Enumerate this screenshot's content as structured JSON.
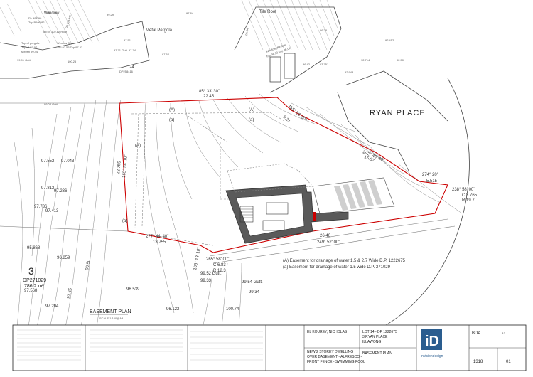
{
  "top_labels": [
    {
      "id": "window-left",
      "text": "Window"
    },
    {
      "id": "window-left-rl",
      "text": "RL 102.66"
    },
    {
      "id": "window-left-top",
      "text": "Top B100.82"
    },
    {
      "id": "roof-left",
      "text": "Top of 102.82 Roof"
    },
    {
      "id": "gutter-left",
      "text": "99.73 Gutt."
    },
    {
      "id": "spot-9929",
      "text": "99.29"
    },
    {
      "id": "spot-9784",
      "text": "97.84"
    },
    {
      "id": "spot-9751",
      "text": "97.51"
    },
    {
      "id": "metal-pergola",
      "text": "Metal Pergola"
    },
    {
      "id": "top-pergola",
      "text": "Top of pergola"
    },
    {
      "id": "screen-fence",
      "text": "Top of 99.97"
    },
    {
      "id": "screen-9944",
      "text": "screen 99.44"
    },
    {
      "id": "window-door",
      "text": "Window  Door"
    },
    {
      "id": "window-door-top",
      "text": "Top 97.53  Top 97.53"
    },
    {
      "id": "gutt-9771",
      "text": "97.71 Gutt. 97.74"
    },
    {
      "id": "spot-9991",
      "text": "99.91 Gutt."
    },
    {
      "id": "spot-10025",
      "text": "100.25"
    },
    {
      "id": "spot-9754",
      "text": "97.54"
    },
    {
      "id": "lot-24",
      "text": "24"
    },
    {
      "id": "dp-24",
      "text": "DP258416"
    },
    {
      "id": "tile-roof",
      "text": "Tile Roof"
    },
    {
      "id": "window-right",
      "text": "Window  Window"
    },
    {
      "id": "window-right-top",
      "text": "Top 96.22  Top 96.01"
    },
    {
      "id": "spot-9628",
      "text": "96.28"
    },
    {
      "id": "spot-9654",
      "text": "96.54"
    },
    {
      "id": "spot-92452",
      "text": "92.452"
    },
    {
      "id": "spot-9250",
      "text": "92.50"
    },
    {
      "id": "spot-92943",
      "text": "92.943"
    },
    {
      "id": "spot-93751",
      "text": "93.751"
    },
    {
      "id": "spot-9642",
      "text": "96.42"
    },
    {
      "id": "spot-9314",
      "text": "92.714"
    },
    {
      "id": "spot-9903",
      "text": "99.03 Gutt."
    }
  ],
  "place_name": "RYAN PLACE",
  "boundary_labels": [
    {
      "id": "b-top",
      "bearing": "85° 33' 30\"",
      "length": "22.45"
    },
    {
      "id": "b-diag",
      "bearing": "155° 26' 50\"",
      "length": "9.21"
    },
    {
      "id": "b-right",
      "bearing": "292° 46' 40\"",
      "length": "15.07"
    },
    {
      "id": "b-274",
      "bearing": "274° 20'",
      "length": "5.515"
    },
    {
      "id": "b-curve",
      "bearing": "238° 58' 00\"",
      "length": "C 8.765",
      "extra": "R 19.7"
    },
    {
      "id": "b-bottom",
      "bearing": "249° 52' 00\"",
      "length": "26.46"
    },
    {
      "id": "b-left",
      "bearing": "165° 54' 10\"",
      "length": "22.755"
    },
    {
      "id": "b-277",
      "bearing": "277° 44' 40\"",
      "length": "13.755"
    },
    {
      "id": "b-265",
      "bearing": "265° 58' 00\"",
      "length": "C 6.83",
      "extra": "R 12.3"
    },
    {
      "id": "b-166",
      "bearing": "166° 13' 10\"",
      "length": ""
    }
  ],
  "left_spots": [
    "97.552",
    "97.043",
    "97.812",
    "97.236",
    "97.736",
    "97.413",
    "95.868",
    "96.859",
    "96.50",
    "97.568",
    "97.204",
    "96.539",
    "96.122",
    "99.52 Gutt.",
    "99.33",
    "99.54 Gutt.",
    "99.34",
    "100.74",
    "97.65"
  ],
  "lot3": {
    "number": "3",
    "dp": "DP271029",
    "area": "786.2 m²"
  },
  "easements": [
    "(A) Easement for drainage of water 1.5 & 2.7 Wide D.P. 1222675",
    "(a) Easement for drainage of water 1.5 wide D.P. 271029"
  ],
  "easement_marks": [
    "(A)",
    "(A)",
    "(A)",
    "(a)",
    "(a)",
    "(a)"
  ],
  "plan_title": "BASEMENT PLAN",
  "plan_scale": "SCALE 1:100@A3",
  "title_block": {
    "client": "EL KOUREY, NICHOLAS",
    "lot": "LOT 14 - DP 1222675",
    "address1": "3 RYAN PLACE",
    "address2": "ILLAWONG",
    "project1": "NEW 2 STOREY DWELLING",
    "project2": "OVER BASEMENT - ALFRESCO -",
    "project3": "FRONT FENCE - SWIMMING POOL",
    "drawing": "BASEMENT PLAN",
    "job": "1318",
    "sheet": "01",
    "company": "invisiondesign",
    "bda_label": "BDA",
    "revision": "A3"
  },
  "colors": {
    "boundary": "#cc0000",
    "building": "#555555",
    "linework": "#777777",
    "text": "#222222"
  }
}
